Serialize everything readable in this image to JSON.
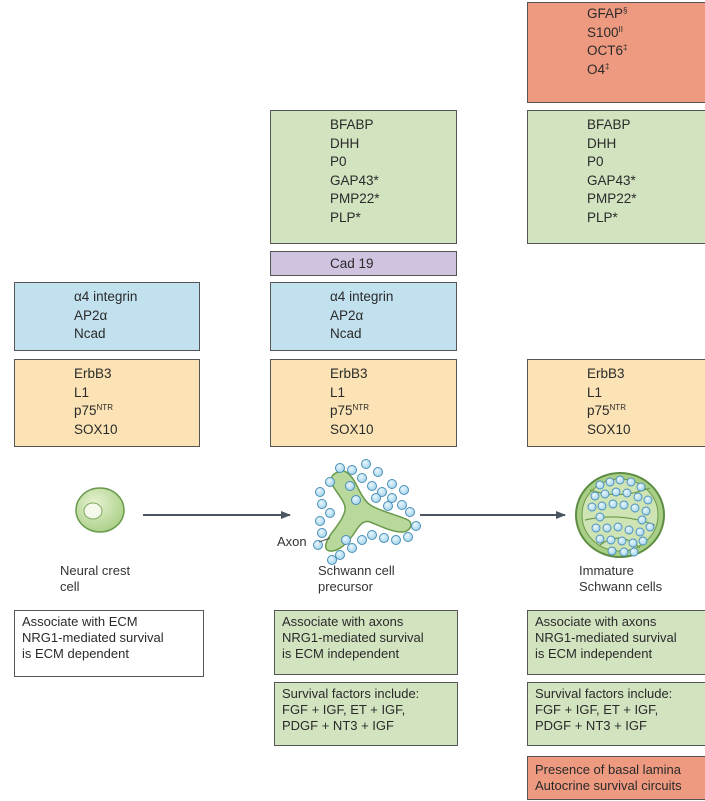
{
  "columns": {
    "neural_crest": {
      "blue_markers": [
        "α4 integrin",
        "AP2α",
        "Ncad"
      ],
      "yellow_markers": [
        "ErbB3",
        "L1",
        "p75",
        "SOX10"
      ],
      "yellow_sup": "NTR",
      "cell_label": [
        "Neural crest",
        "cell"
      ],
      "notes": [
        "Associate with ECM",
        "NRG1-mediated survival",
        "is ECM dependent"
      ]
    },
    "precursor": {
      "green_markers": [
        "BFABP",
        "DHH",
        "P0",
        "GAP43*",
        "PMP22*",
        "PLP*"
      ],
      "purple_marker": "Cad 19",
      "blue_markers": [
        "α4 integrin",
        "AP2α",
        "Ncad"
      ],
      "yellow_markers": [
        "ErbB3",
        "L1",
        "p75",
        "SOX10"
      ],
      "yellow_sup": "NTR",
      "axon_label": "Axon",
      "cell_label": [
        "Schwann cell",
        "precursor"
      ],
      "notes": [
        "Associate with axons",
        "NRG1-mediated survival",
        "is ECM independent"
      ],
      "factors": [
        "Survival factors include:",
        "FGF + IGF, ET + IGF,",
        "PDGF + NT3 + IGF"
      ]
    },
    "immature": {
      "salmon_markers": [
        "GFAP",
        "S100",
        "OCT6",
        "O4"
      ],
      "salmon_sups": [
        "§",
        "II",
        "‡",
        "‡"
      ],
      "green_markers": [
        "BFABP",
        "DHH",
        "P0",
        "GAP43*",
        "PMP22*",
        "PLP*"
      ],
      "yellow_markers": [
        "ErbB3",
        "L1",
        "p75",
        "SOX10"
      ],
      "yellow_sup": "NTR",
      "cell_label": [
        "Immature",
        "Schwann cells"
      ],
      "notes": [
        "Associate with axons",
        "NRG1-mediated survival",
        "is ECM independent"
      ],
      "factors": [
        "Survival factors include:",
        "FGF + IGF, ET + IGF,",
        "PDGF + NT3 + IGF"
      ],
      "bottom_notes": [
        "Presence of basal lamina",
        "Autocrine survival circuits"
      ]
    }
  },
  "colors": {
    "green": "#d2e3c0",
    "blue": "#c2e1ef",
    "yellow": "#fbe3b6",
    "purple": "#cfc3e0",
    "salmon": "#ee9a80",
    "arrow": "#4a5560"
  }
}
